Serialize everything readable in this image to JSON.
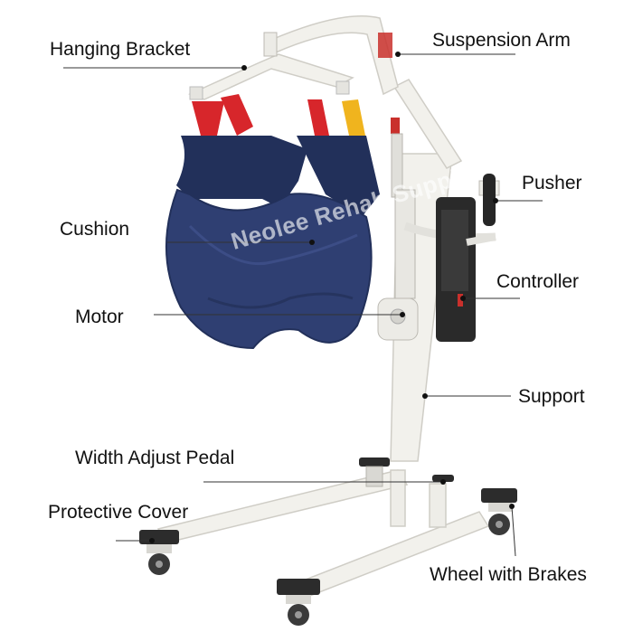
{
  "labels": {
    "hanging_bracket": "Hanging Bracket",
    "suspension_arm": "Suspension Arm",
    "pusher": "Pusher",
    "cushion": "Cushion",
    "controller": "Controller",
    "motor": "Motor",
    "support": "Support",
    "width_adjust_pedal": "Width Adjust Pedal",
    "protective_cover": "Protective Cover",
    "wheel_with_brakes": "Wheel with Brakes"
  },
  "watermark": "Neolee Rehab Supply",
  "colors": {
    "frame": "#f2f1ec",
    "frame_edge": "#cfcdc6",
    "sling": "#2f3f72",
    "sling_dark": "#22305a",
    "strap_red": "#d7262b",
    "strap_yellow": "#f0b41e",
    "controller": "#2a2a2a",
    "wheel": "#3a3a3a",
    "leader_line": "#333333"
  }
}
